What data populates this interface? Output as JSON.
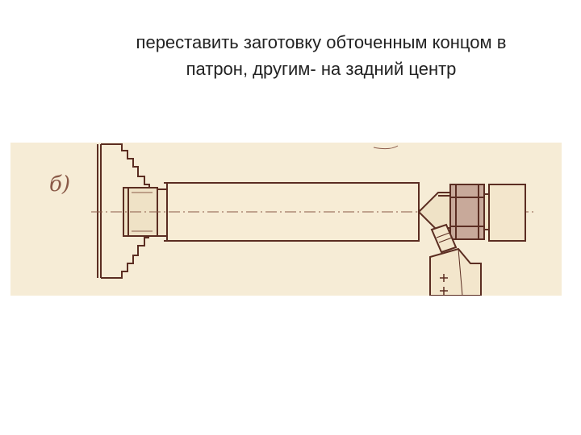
{
  "slide": {
    "caption_line1": "переставить заготовку обточенным концом в",
    "caption_line2": "патрон, другим- на задний центр"
  },
  "figure": {
    "panel_label": "б)",
    "colors": {
      "paper": "#f6ecd6",
      "ink": "#5b2d22",
      "hatch": "#8a5a48"
    }
  }
}
